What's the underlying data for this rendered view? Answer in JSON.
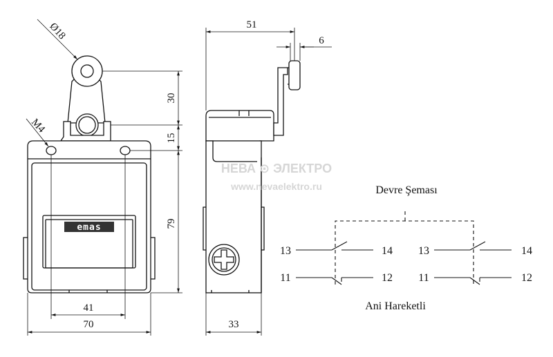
{
  "drawing": {
    "front_view": {
      "dimensions": {
        "roller_diameter": "Ø18",
        "screw": "M4",
        "height_top": "30",
        "height_mid": "15",
        "height_body": "79",
        "width_holes": "41",
        "width_total": "70"
      },
      "brand_label": "emas"
    },
    "side_view": {
      "dimensions": {
        "lever_reach": "51",
        "roller_width": "6",
        "depth": "33"
      }
    },
    "watermark": {
      "line1": "НЕВА ⊙ ЭЛЕКТРО",
      "line2": "www.nevaelektro.ru"
    },
    "circuit": {
      "title": "Devre Şeması",
      "subtitle": "Ani Hareketli",
      "contacts": [
        {
          "left_no": "13",
          "right_no": "14"
        },
        {
          "left_no": "11",
          "right_no": "12"
        },
        {
          "left_no": "13",
          "right_no": "14"
        },
        {
          "left_no": "11",
          "right_no": "12"
        }
      ]
    }
  }
}
